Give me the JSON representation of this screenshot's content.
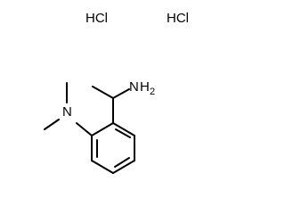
{
  "molecule": {
    "salt_labels": [
      "HCl",
      "HCl"
    ],
    "atoms": {
      "amine_n": "N",
      "amine_h": "H",
      "amine_h_count": "2",
      "dimethyl_n": "N"
    }
  },
  "colors": {
    "bond": "#000000",
    "text": "#000000",
    "background": "#ffffff"
  }
}
